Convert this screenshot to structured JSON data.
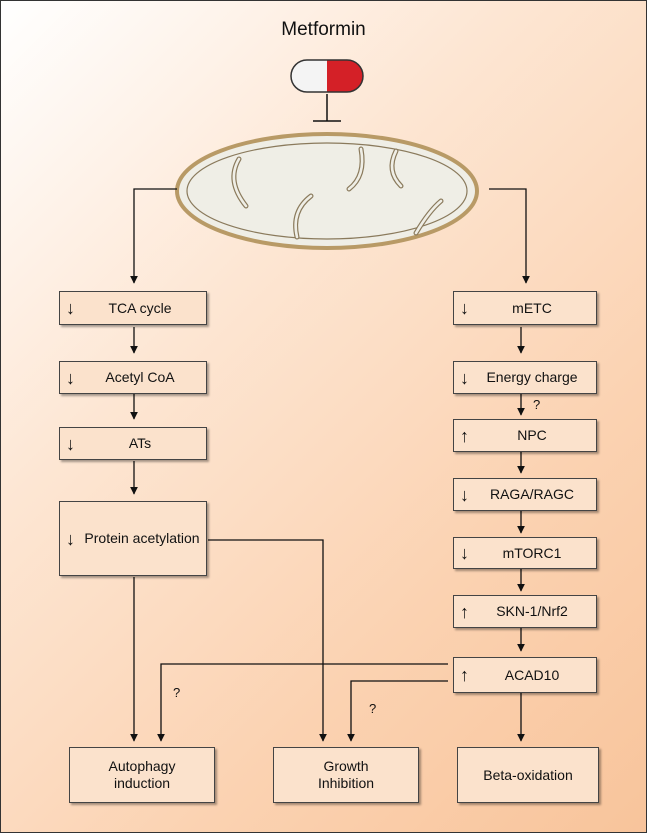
{
  "title": "Metformin",
  "left_chain": [
    {
      "id": "tca",
      "label": "TCA cycle",
      "indicator": "down"
    },
    {
      "id": "acetyl",
      "label": "Acetyl CoA",
      "indicator": "down"
    },
    {
      "id": "ats",
      "label": "ATs",
      "indicator": "down"
    },
    {
      "id": "protein",
      "label": "Protein acetylation",
      "indicator": "down"
    }
  ],
  "right_chain": [
    {
      "id": "metc",
      "label": "mETC",
      "indicator": "down"
    },
    {
      "id": "energy",
      "label": "Energy charge",
      "indicator": "down"
    },
    {
      "id": "npc",
      "label": "NPC",
      "indicator": "up"
    },
    {
      "id": "raga",
      "label": "RAGA/RAGC",
      "indicator": "down"
    },
    {
      "id": "mtorc1",
      "label": "mTORC1",
      "indicator": "down"
    },
    {
      "id": "skn1",
      "label": "SKN-1/Nrf2",
      "indicator": "up"
    },
    {
      "id": "acad10",
      "label": "ACAD10",
      "indicator": "up"
    }
  ],
  "outcomes": [
    {
      "id": "autophagy",
      "label": "Autophagy induction"
    },
    {
      "id": "growth",
      "label": "Growth Inhibition"
    },
    {
      "id": "beta",
      "label": "Beta-oxidation"
    }
  ],
  "question_marks": [
    "?",
    "?",
    "?"
  ],
  "indicator_glyphs": {
    "down": "↓",
    "up": "↑"
  },
  "colors": {
    "capsule_white": "#f4f4f4",
    "capsule_red": "#d42027",
    "mitochondrion_fill": "#efeee6",
    "mitochondrion_edge": "#b89a66",
    "box_fill": "#fbe2cc"
  }
}
